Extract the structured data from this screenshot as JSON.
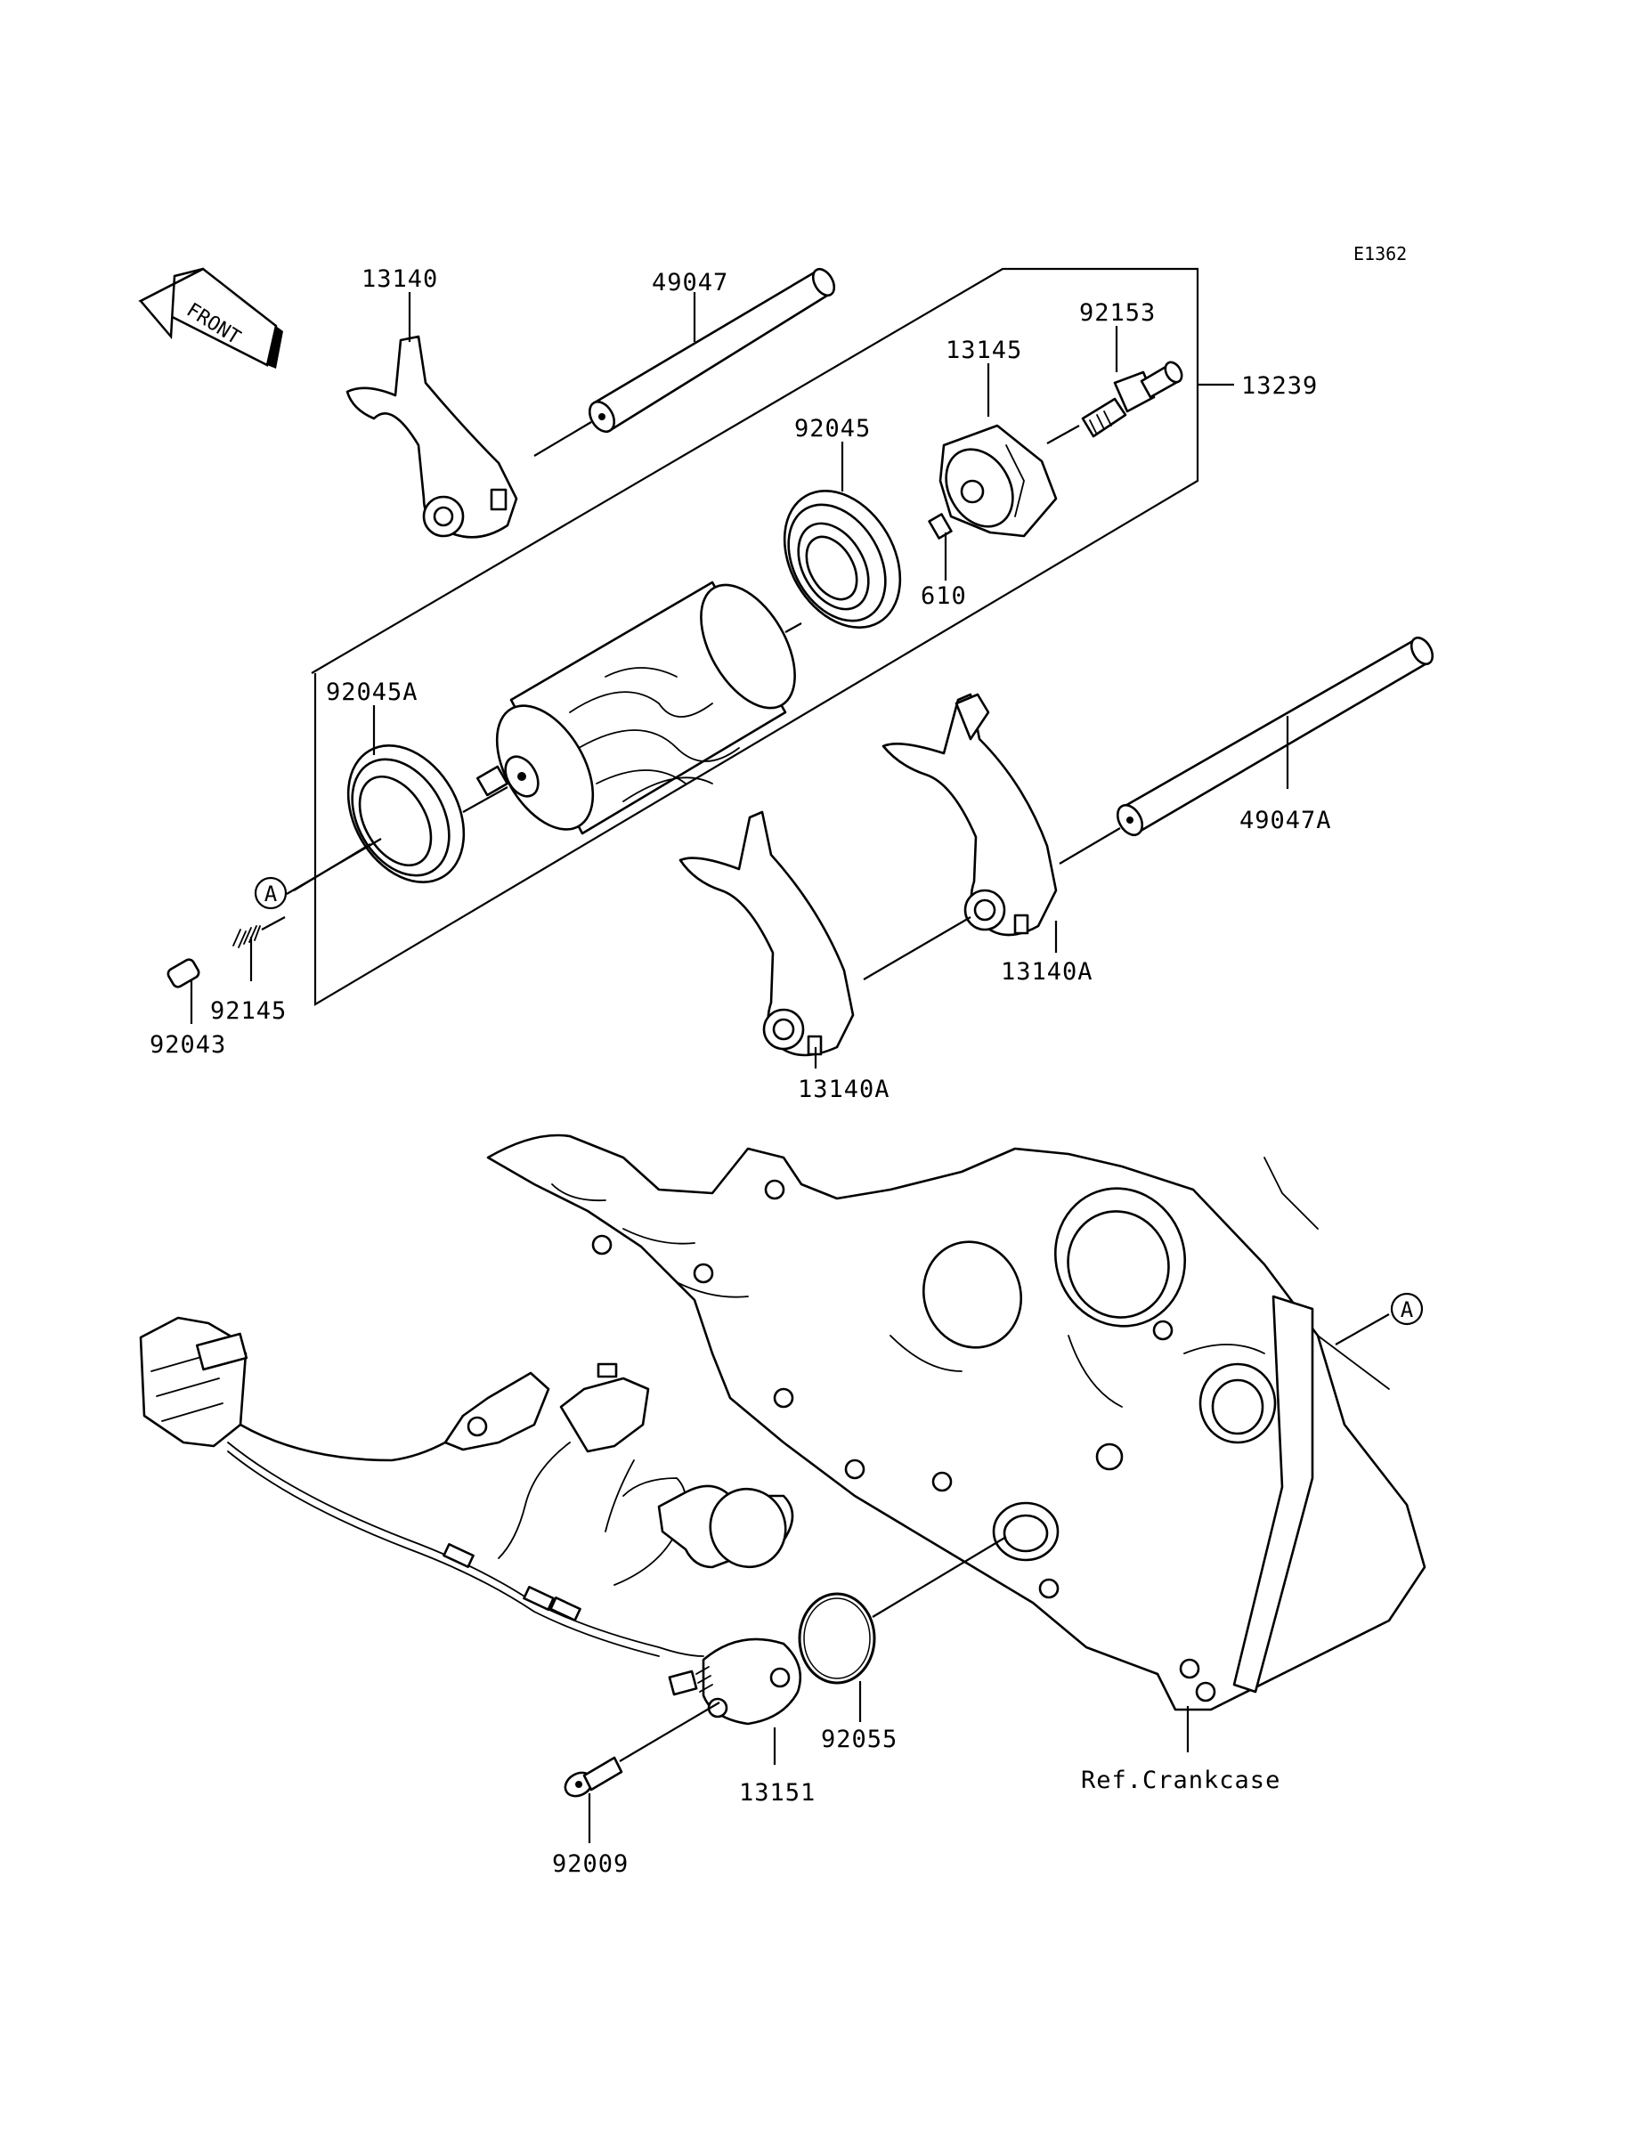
{
  "diagram": {
    "code": "E1362",
    "front_label": "FRONT",
    "callout": "A",
    "labels": {
      "p13140": "13140",
      "p49047": "49047",
      "p92153": "92153",
      "p13145": "13145",
      "p13239": "13239",
      "p92045": "92045",
      "p610": "610",
      "p92045A": "92045A",
      "p49047A": "49047A",
      "p13140A_right": "13140A",
      "p13140A_left": "13140A",
      "p92145": "92145",
      "p92043": "92043",
      "p92055": "92055",
      "p13151": "13151",
      "p92009": "92009",
      "ref_crankcase": "Ref.Crankcase"
    }
  }
}
